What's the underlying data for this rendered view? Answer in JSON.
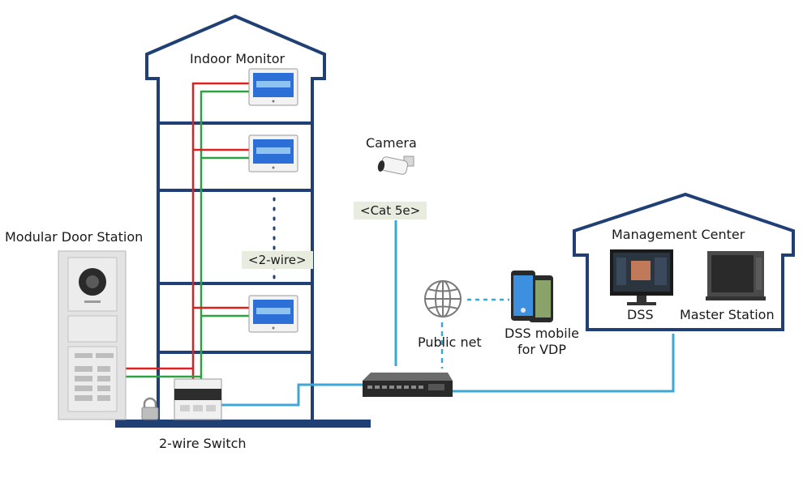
{
  "labels": {
    "indoor_monitor": "Indoor Monitor",
    "camera": "Camera",
    "cat5e": "<Cat 5e>",
    "two_wire_tag": "<2-wire>",
    "modular_door_station": "Modular Door Station",
    "two_wire_switch": "2-wire Switch",
    "public_net": "Public net",
    "dss_mobile": "DSS mobile",
    "for_vdp": "for VDP",
    "management_center": "Management Center",
    "dss": "DSS",
    "master_station": "Master Station"
  },
  "colors": {
    "building": "#1f3f75",
    "network_cable": "#3fa7d6",
    "red_wire": "#e02020",
    "green_wire": "#2ea043"
  }
}
